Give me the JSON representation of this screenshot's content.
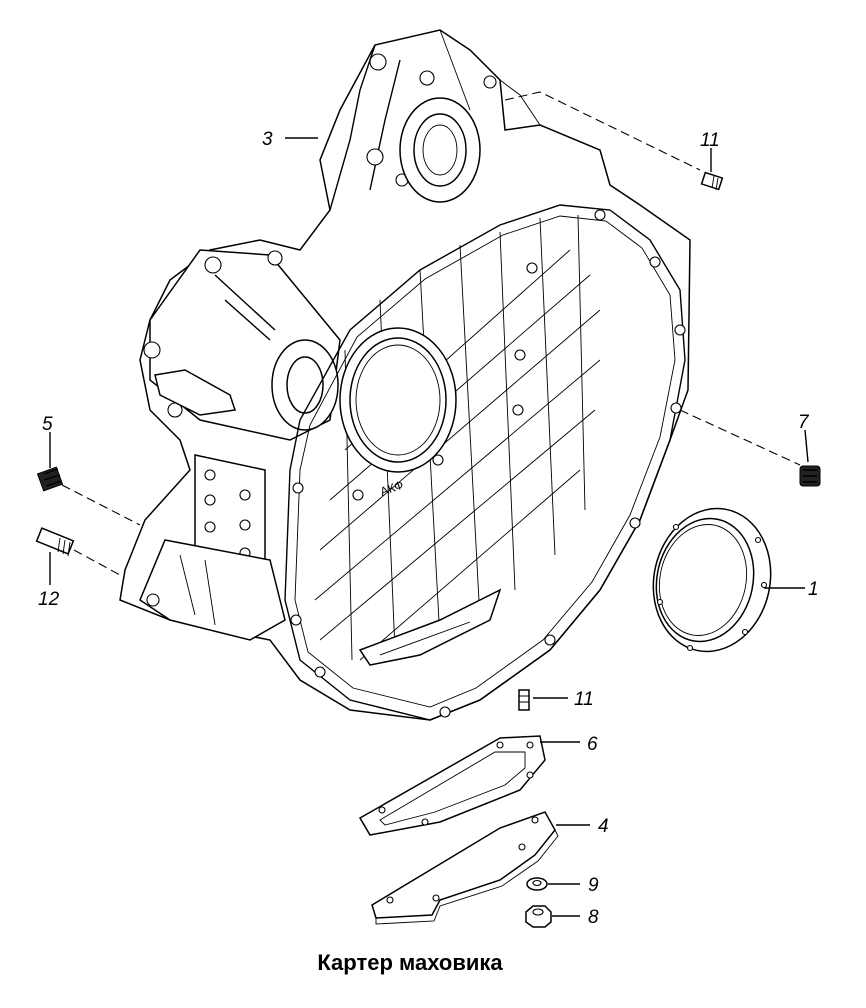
{
  "title": "Картер маховика",
  "callouts": {
    "c1": "1",
    "c3": "3",
    "c4": "4",
    "c5": "5",
    "c6": "6",
    "c7": "7",
    "c8": "8",
    "c9": "9",
    "c11_top": "11",
    "c11_mid": "11",
    "c12": "12"
  },
  "housing_marking": "АКФ"
}
